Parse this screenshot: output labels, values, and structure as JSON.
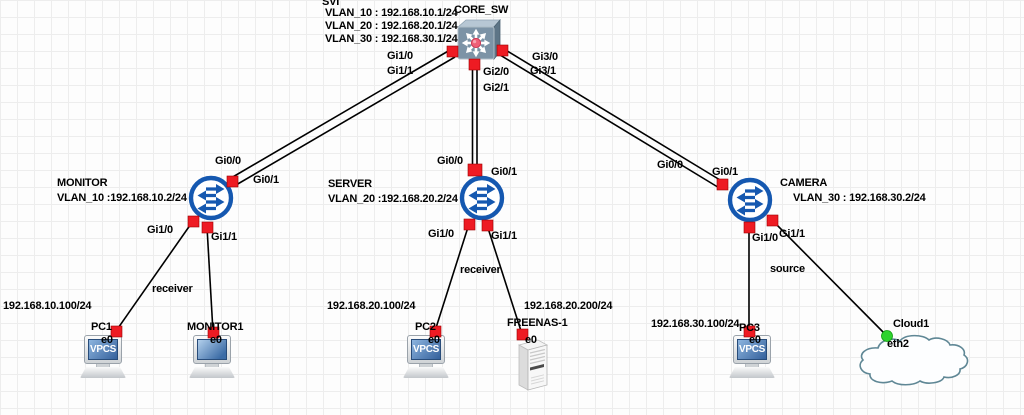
{
  "diagram": {
    "app_context": "network-topology-canvas",
    "svi_note": {
      "title": "SVI",
      "line1": "VLAN_10 : 192.168.10.1/24",
      "line2": "VLAN_20 : 192.168.20.1/24",
      "line3": "VLAN_30 : 192.168.30.1/24"
    },
    "nodes": {
      "core": {
        "name": "CORE_SW"
      },
      "monitor": {
        "name": "MONITOR",
        "vlan": "VLAN_10 :192.168.10.2/24"
      },
      "server": {
        "name": "SERVER",
        "vlan": "VLAN_20 :192.168.20.2/24"
      },
      "camera": {
        "name": "CAMERA",
        "vlan": "VLAN_30 : 192.168.30.2/24"
      },
      "pc1": {
        "name": "PC1",
        "port": "e0",
        "ip": "192.168.10.100/24",
        "screen_text": "VPCS"
      },
      "monitor1": {
        "name": "MONITOR1",
        "port": "e0"
      },
      "pc2": {
        "name": "PC2",
        "port": "e0",
        "ip": "192.168.20.100/24",
        "screen_text": "VPCS"
      },
      "freenas": {
        "name": "FREENAS-1",
        "port": "e0",
        "ip": "192.168.20.200/24"
      },
      "pc3": {
        "name": "PC3",
        "port": "e0",
        "ip": "192.168.30.100/24",
        "screen_text": "VPCS"
      },
      "cloud": {
        "name": "Cloud1",
        "port": "eth2"
      }
    },
    "ifaces": {
      "core": [
        "Gi1/0",
        "Gi1/1",
        "Gi2/0",
        "Gi2/1",
        "Gi3/0",
        "Gi3/1"
      ],
      "monitor": [
        "Gi0/0",
        "Gi0/1",
        "Gi1/0",
        "Gi1/1"
      ],
      "server": [
        "Gi0/0",
        "Gi0/1",
        "Gi1/0",
        "Gi1/1"
      ],
      "camera": [
        "Gi0/0",
        "Gi0/1",
        "Gi1/0",
        "Gi1/1"
      ]
    },
    "link_labels": {
      "monitor_pc1": "receiver",
      "server_pc2": "receiver",
      "camera_cloud": "source"
    },
    "colors": {
      "switch_ring_blue": "#1558b0",
      "endpoint_red": "#ee1b23",
      "endpoint_green": "#2fd32f",
      "link_black": "#000000",
      "cloud_stroke": "#5f8795",
      "pc_screen_blue": "#35619c",
      "core_body_blue_gray": "#7c93a6",
      "core_center_pink": "#ee5f77"
    }
  }
}
